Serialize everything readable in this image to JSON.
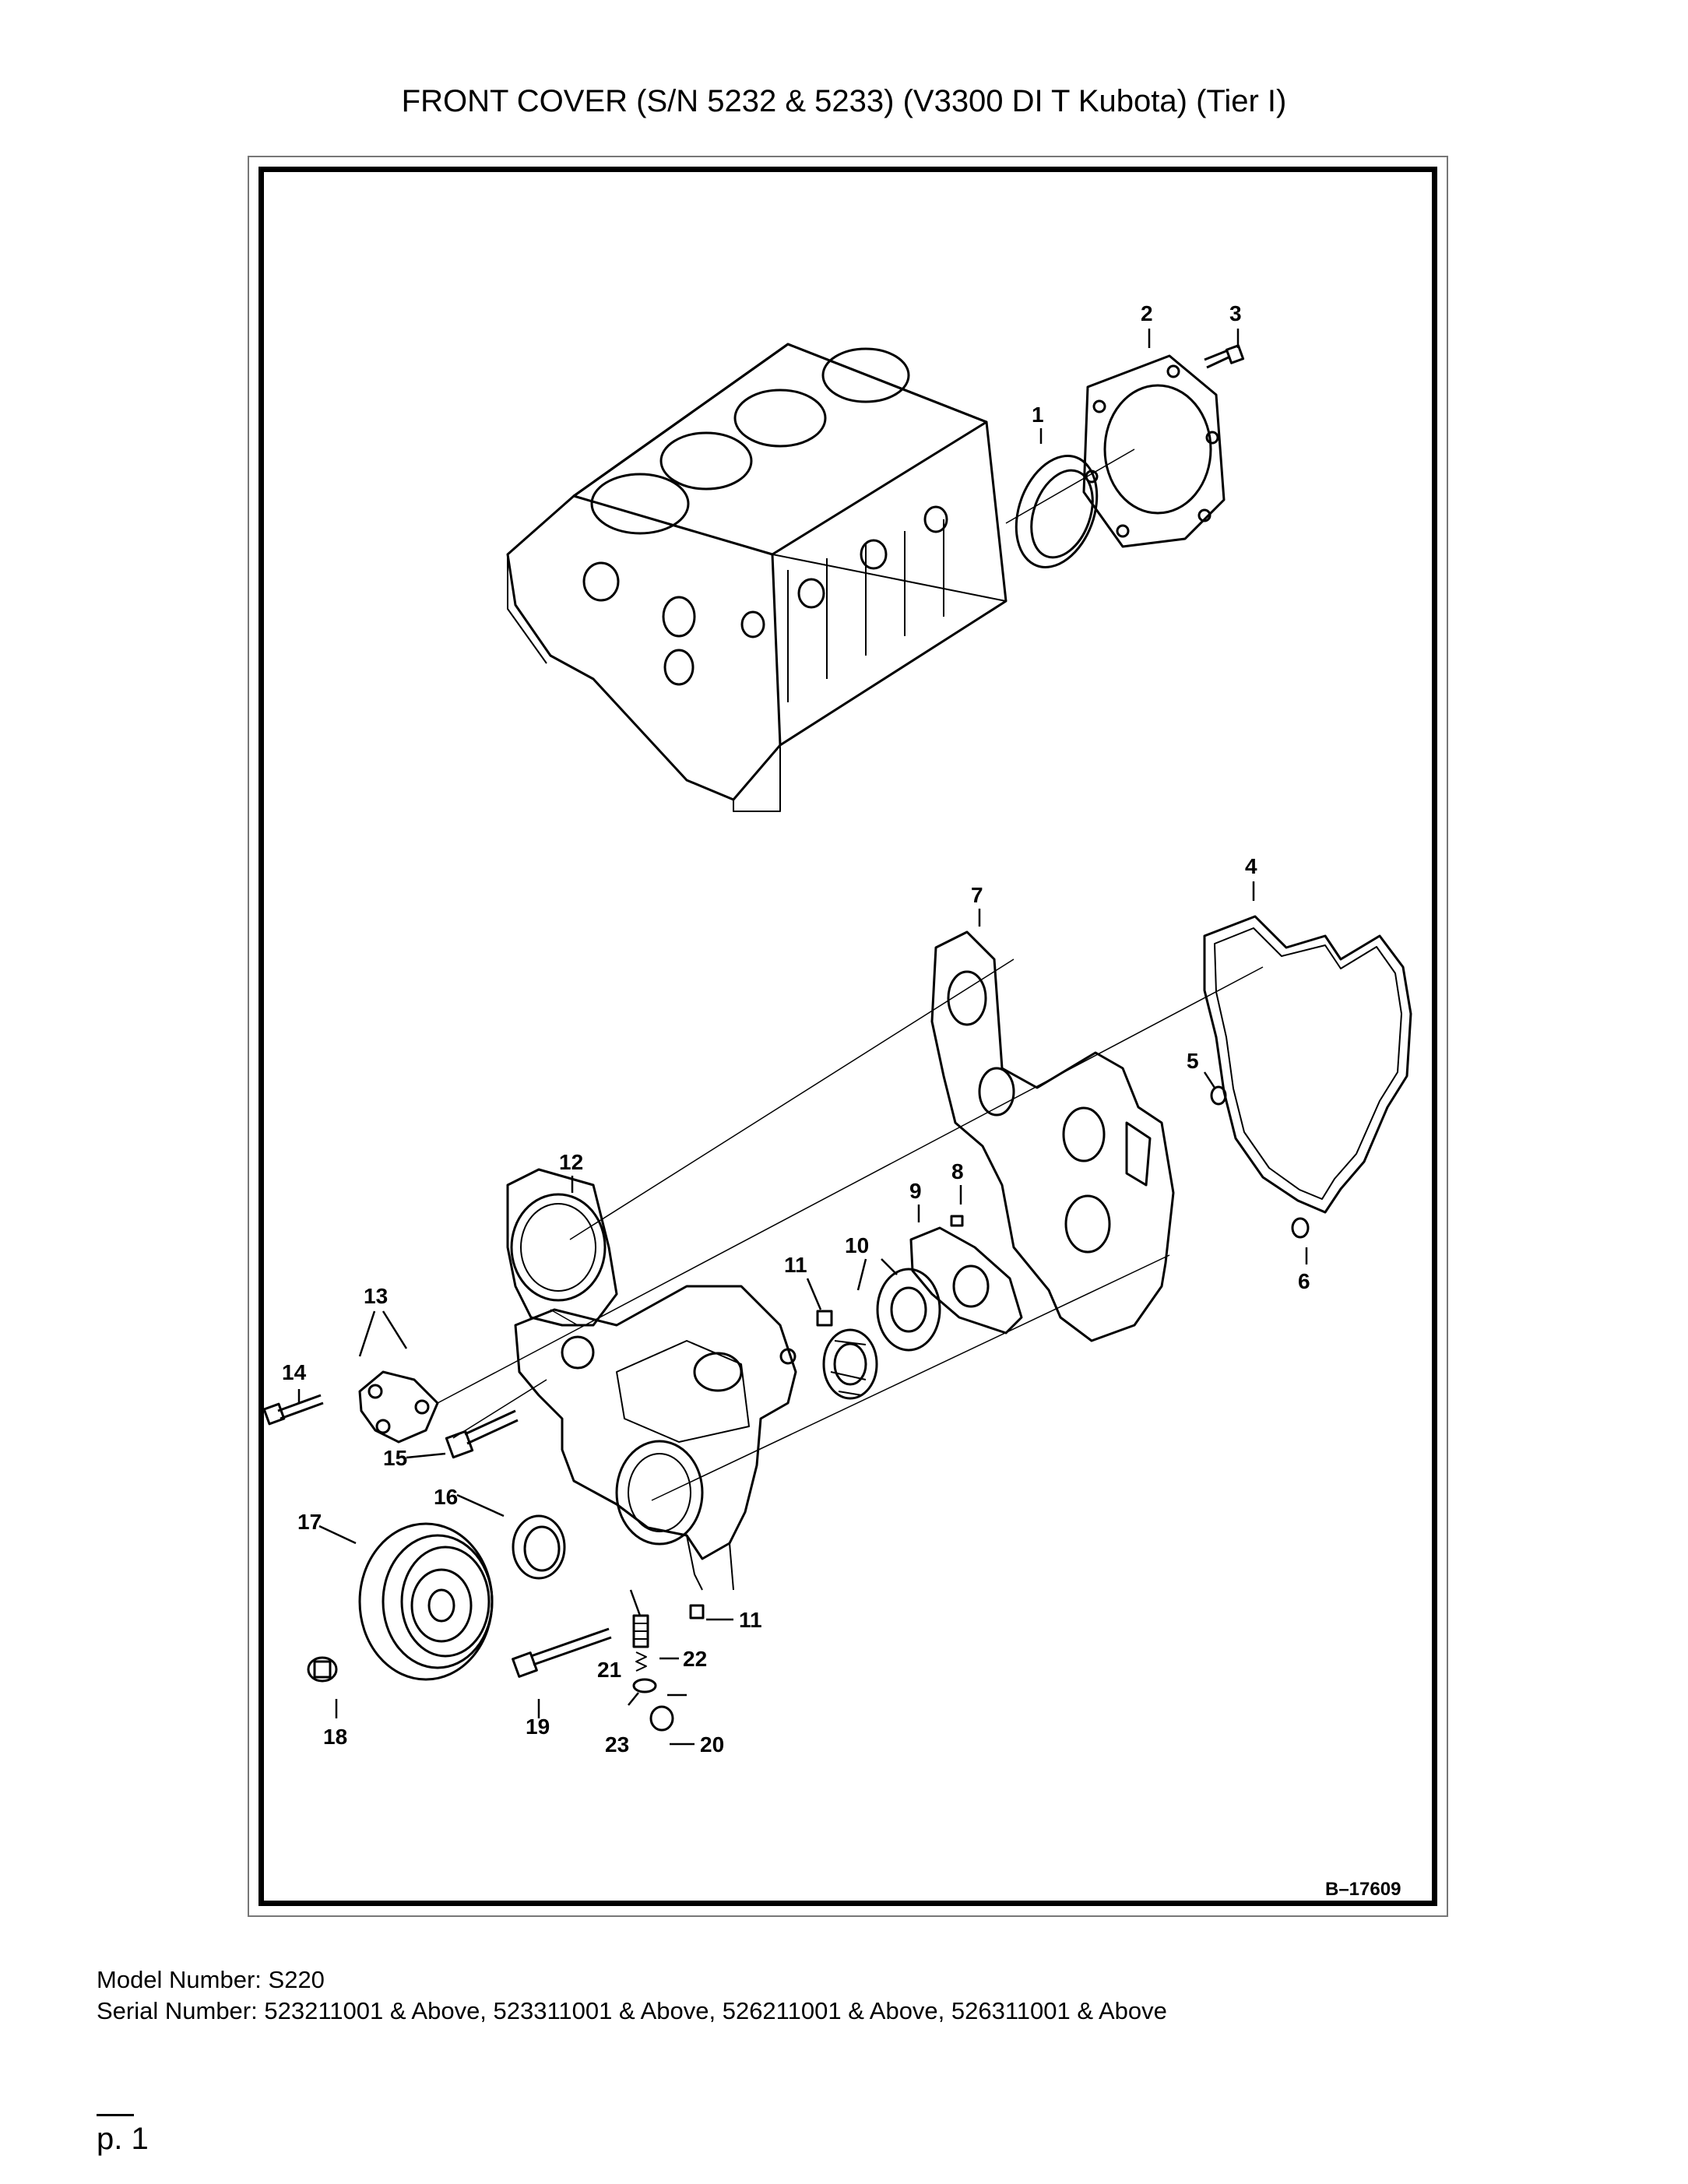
{
  "page": {
    "title": "FRONT COVER (S/N 5232 & 5233) (V3300 DI T Kubota) (Tier I)",
    "model_label": "Model Number: S220",
    "serial_label": "Serial Number: 523211001 & Above, 523311001 & Above, 526211001 & Above, 526311001 & Above",
    "page_number": "p. 1"
  },
  "figure": {
    "id": "B–17609",
    "callouts": {
      "c1": "1",
      "c2": "2",
      "c3": "3",
      "c4": "4",
      "c5": "5",
      "c6": "6",
      "c7": "7",
      "c8": "8",
      "c9": "9",
      "c10": "10",
      "c11a": "11",
      "c11b": "11",
      "c12": "12",
      "c13": "13",
      "c14": "14",
      "c15": "15",
      "c16": "16",
      "c17": "17",
      "c18": "18",
      "c19": "19",
      "c20": "20",
      "c21": "21",
      "c22": "22",
      "c23": "23"
    }
  }
}
